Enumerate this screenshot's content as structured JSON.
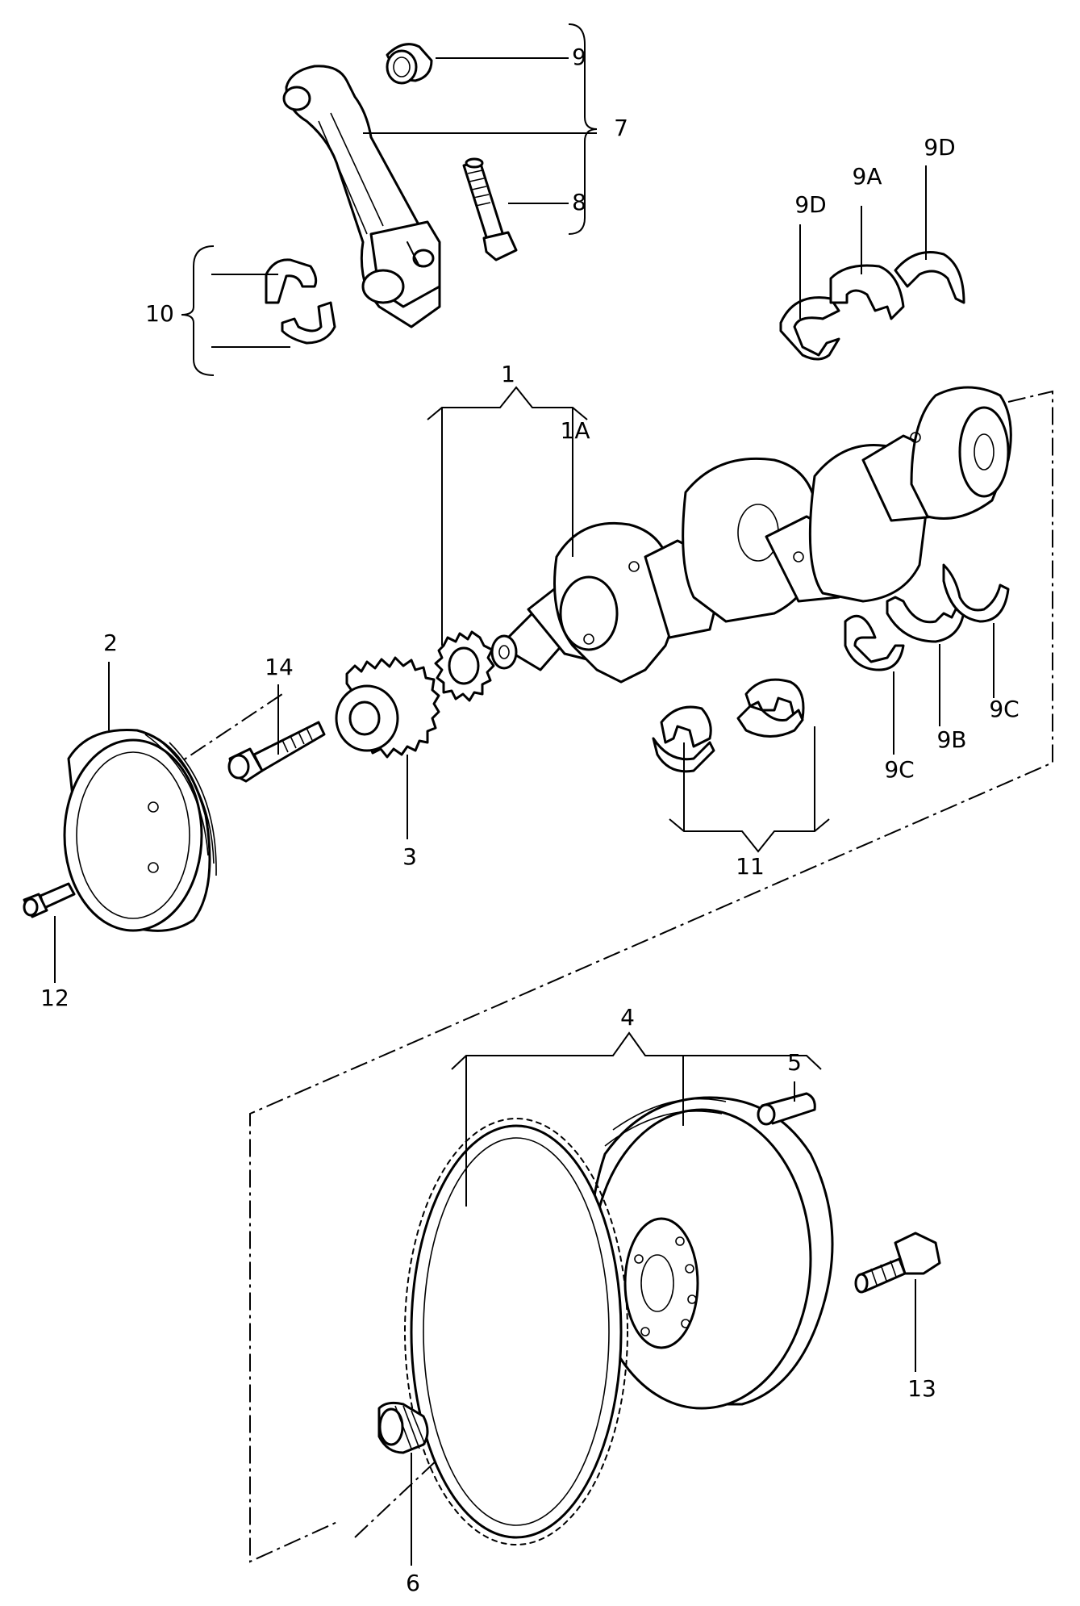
{
  "labels": {
    "l1": "1",
    "l1A": "1A",
    "l2": "2",
    "l3": "3",
    "l4": "4",
    "l5": "5",
    "l6": "6",
    "l7": "7",
    "l8": "8",
    "l9": "9",
    "l9A": "9A",
    "l9B": "9B",
    "l9C_left": "9C",
    "l9C_right": "9C",
    "l9D_left": "9D",
    "l9D_right": "9D",
    "l10": "10",
    "l11": "11",
    "l12": "12",
    "l13": "13",
    "l14": "14"
  }
}
